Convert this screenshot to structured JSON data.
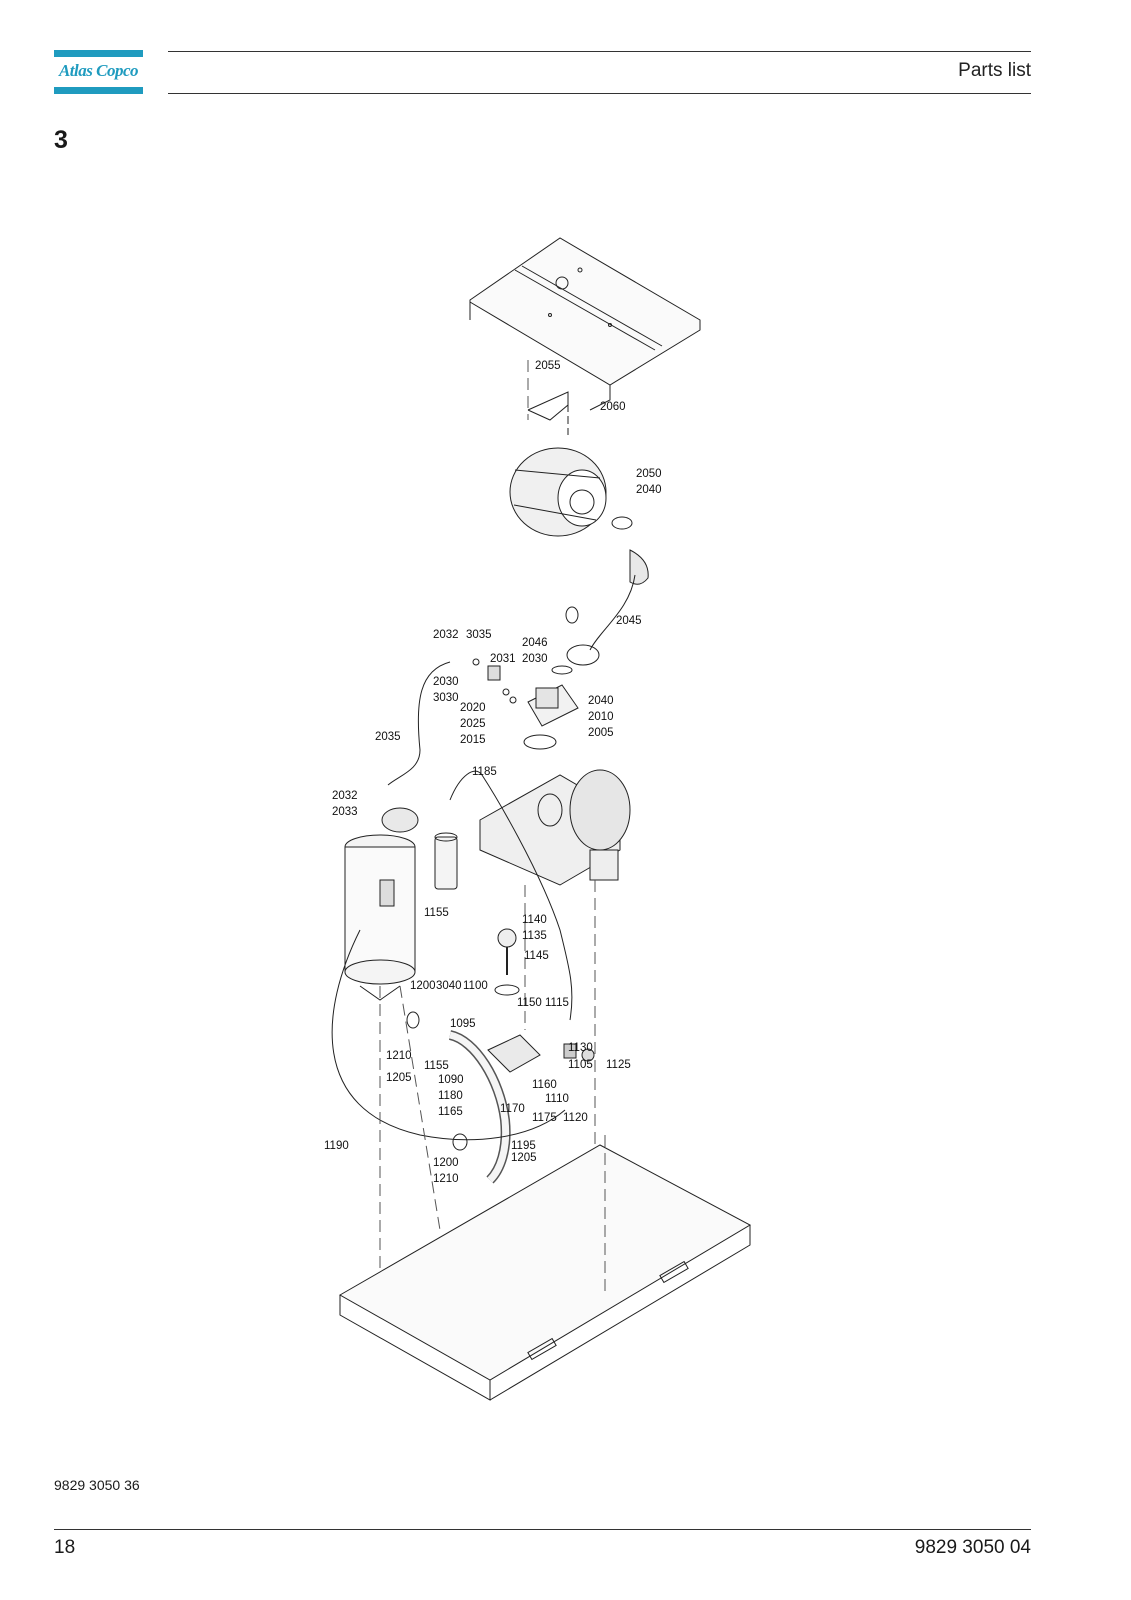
{
  "header": {
    "brand": "Atlas Copco",
    "title": "Parts list"
  },
  "section": {
    "number": "3"
  },
  "figure": {
    "callouts": [
      "2055",
      "2060",
      "2050",
      "2040",
      "2045",
      "2032",
      "3035",
      "2046",
      "2031",
      "2030",
      "2030",
      "3030",
      "2040",
      "2010",
      "2020",
      "2025",
      "2005",
      "2015",
      "2035",
      "1185",
      "2032",
      "2033",
      "1155",
      "1140",
      "1135",
      "1145",
      "1200",
      "3040",
      "1100",
      "1150",
      "1115",
      "1095",
      "1130",
      "1210",
      "1155",
      "1105",
      "1125",
      "1205",
      "1090",
      "1160",
      "1180",
      "1110",
      "1165",
      "1170",
      "1120",
      "1175",
      "1190",
      "1195",
      "1205",
      "1200",
      "1210"
    ]
  },
  "footer": {
    "figure_reference": "9829 3050 36",
    "page_number": "18",
    "document_number": "9829 3050 04"
  },
  "colors": {
    "brand": "#1f9bbf",
    "ink": "#1a1a1a"
  }
}
